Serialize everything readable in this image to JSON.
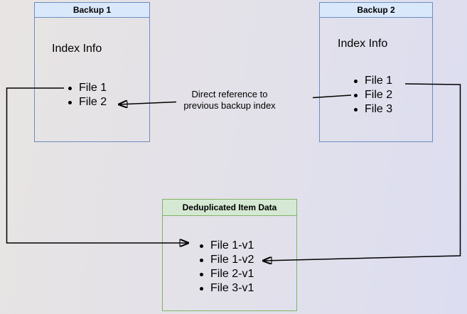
{
  "colors": {
    "blue_border": "#6c8ebf",
    "blue_fill": "#dae8fc",
    "green_border": "#82b366",
    "green_fill": "#d5e8d4",
    "arrow": "#000000"
  },
  "boxes": {
    "backup1": {
      "title": "Backup 1",
      "section_label": "Index Info",
      "files": [
        "File 1",
        "File 2"
      ]
    },
    "backup2": {
      "title": "Backup 2",
      "section_label": "Index Info",
      "files": [
        "File 1",
        "File 2",
        "File 3"
      ]
    },
    "dedup": {
      "title": "Deduplicated Item Data",
      "files": [
        "File 1-v1",
        "File 1-v2",
        "File 2-v1",
        "File 3-v1"
      ]
    }
  },
  "annotation": {
    "line1": "Direct reference to",
    "line2": "previous backup index"
  }
}
